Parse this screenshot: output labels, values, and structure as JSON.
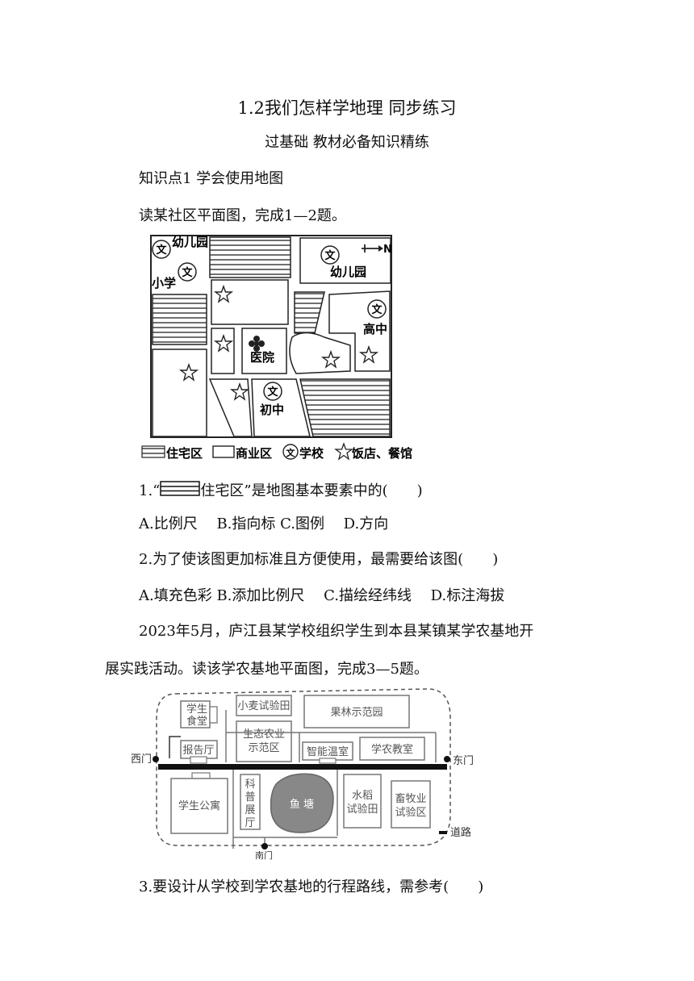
{
  "title": "1.2我们怎样学地理 同步练习",
  "subtitle": "过基础 教材必备知识精练",
  "knowledge_point": "知识点1 学会使用地图",
  "intro1": "读某社区平面图，完成1—2题。",
  "map1": {
    "labels": {
      "kindergarten1": "幼儿园",
      "primary": "小学",
      "kindergarten2": "幼儿园",
      "high": "高中",
      "hospital": "医院",
      "middle": "初中",
      "north": "N",
      "school_symbol": "文"
    },
    "legend": {
      "residential": "住宅区",
      "commercial": "商业区",
      "school": "学校",
      "restaurant": "饭店、餐馆"
    }
  },
  "q1": {
    "pre": "1.“",
    "post": "住宅区”是地图基本要素中的(　　)"
  },
  "q1_options": "A.比例尺　 B.指向标 C.图例　 D.方向",
  "q2": "2.为了使该图更加标准且方便使用，最需要给该图(　　)",
  "q2_options": "A.填充色彩 B.添加比例尺　 C.描绘经纬线　 D.标注海拔",
  "intro2_line1": "2023年5月，庐江县某学校组织学生到本县某镇某学农基地开",
  "intro2_line2": "展实践活动。读该学农基地平面图，完成3—5题。",
  "map2": {
    "canteen_1": "学生",
    "canteen_2": "食堂",
    "wheat": "小麦试验田",
    "orchard": "果林示范园",
    "eco_1": "生态农业",
    "eco_2": "示范区",
    "hall": "报告厅",
    "greenhouse": "智能温室",
    "classroom": "学农教室",
    "west_gate": "西门",
    "east_gate": "东门",
    "dorm": "学生公寓",
    "sci_1": "科",
    "sci_2": "普",
    "sci_3": "展",
    "sci_4": "厅",
    "pond": "鱼 塘",
    "rice_1": "水稻",
    "rice_2": "试验田",
    "livestock_1": "畜牧业",
    "livestock_2": "试验区",
    "road": "道路",
    "south_gate": "南门"
  },
  "q3": "3.要设计从学校到学农基地的行程路线，需参考(　　)"
}
